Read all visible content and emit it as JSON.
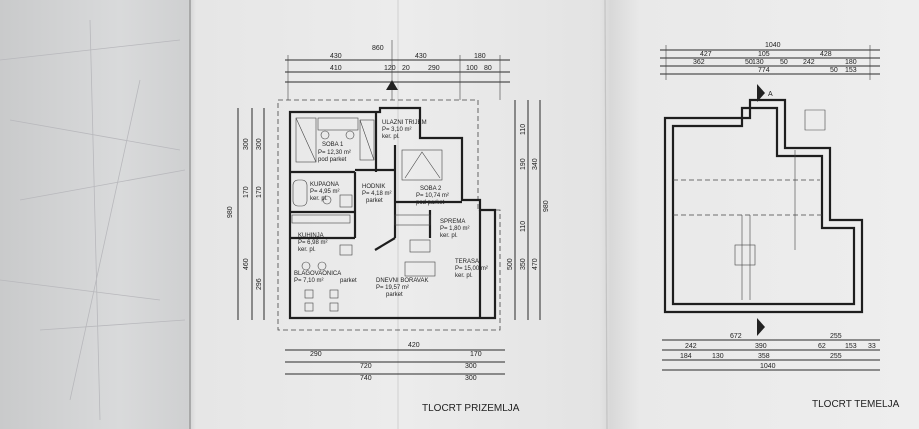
{
  "ground_floor": {
    "title": "TLOCRT PRIZEMLJA",
    "top_dims": {
      "overall": "860",
      "left": "430",
      "center": "430",
      "right_small": "180",
      "left_inner": "410",
      "c1": "120",
      "c2": "20",
      "c3": "290",
      "r1": "100",
      "r2": "80"
    },
    "bottom_dims": {
      "a": "290",
      "b": "420",
      "c": "170",
      "total_left": "720",
      "right": "300",
      "overall": "740",
      "right2": "300"
    },
    "left_dims": {
      "total": "980",
      "a": "300",
      "b": "170",
      "c": "460",
      "d": "300",
      "e": "170",
      "f": "296"
    },
    "right_dims": {
      "total": "980",
      "a": "110",
      "b": "190",
      "c": "340",
      "d": "350",
      "e": "500",
      "f": "470",
      "g": "110"
    },
    "rooms": [
      {
        "name": "SOBA 1",
        "area": "P= 12,30 m²",
        "floor": "pod parket"
      },
      {
        "name": "KUPAONA",
        "area": "P= 4,95 m²",
        "floor": "ker. pl."
      },
      {
        "name": "KUHINJA",
        "area": "P= 6,98 m²",
        "floor": "ker. pl."
      },
      {
        "name": "BLAGOVAONICA",
        "area": "P= 7,10 m²",
        "floor": "parket"
      },
      {
        "name": "DNEVNI BORAVAK",
        "area": "P= 19,57 m²",
        "floor": "parket"
      },
      {
        "name": "HODNIK",
        "area": "P= 4,18 m²",
        "floor": "parket"
      },
      {
        "name": "SOBA 2",
        "area": "P= 10,74 m²",
        "floor": "pod parket"
      },
      {
        "name": "ULAZNI TRIJEM",
        "area": "P= 3,10 m²",
        "floor": "ker. pl."
      },
      {
        "name": "SPREMA",
        "area": "P= 1,80 m²",
        "floor": "ker. pl."
      },
      {
        "name": "TERASA",
        "area": "P= 15,00 m²",
        "floor": "ker. pl."
      }
    ]
  },
  "foundation": {
    "title": "TLOCRT TEMELJA",
    "top_dims": {
      "overall": "1040",
      "a": "427",
      "b": "105",
      "c": "428",
      "d": "362",
      "e": "130",
      "f": "242",
      "g": "180",
      "h": "774",
      "i": "153",
      "s1": "50",
      "s2": "50",
      "s3": "50"
    },
    "bottom_dims": {
      "a": "672",
      "b": "255",
      "c": "242",
      "d": "390",
      "e": "62",
      "f": "153",
      "g": "184",
      "h": "130",
      "i": "358",
      "j": "255",
      "overall": "1040",
      "k": "33"
    },
    "section_label": "A"
  }
}
